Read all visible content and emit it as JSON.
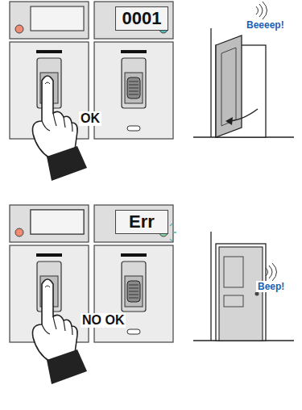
{
  "diagram": {
    "nodes": [
      {
        "text": [
          "0001"
        ]
      },
      {
        "text": [
          "Err"
        ]
      }
    ],
    "labels": [
      "OK",
      "Beeeep!",
      "NO OK",
      "Beep!"
    ]
  }
}
